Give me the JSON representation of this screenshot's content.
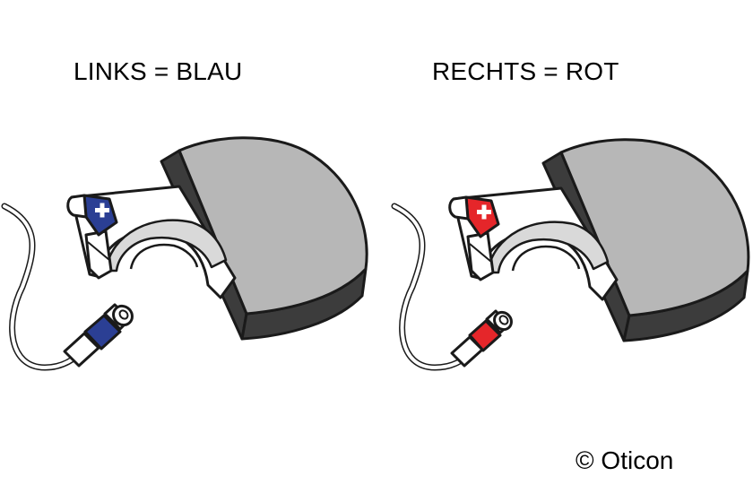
{
  "panels": [
    {
      "label": "LINKS = BLAU",
      "accent_color": "#2b3f94",
      "accent_shadow": "#1b2a6c",
      "icon": "plus-icon"
    },
    {
      "label": "RECHTS = ROT",
      "accent_color": "#e5262a",
      "accent_shadow": "#a5171b",
      "icon": "plus-icon"
    }
  ],
  "copyright": "© Oticon",
  "colors": {
    "outline": "#1a1a1a",
    "device_gray": "#b7b7b7",
    "device_dark": "#3c3c3c",
    "cable": "#ffffff"
  }
}
